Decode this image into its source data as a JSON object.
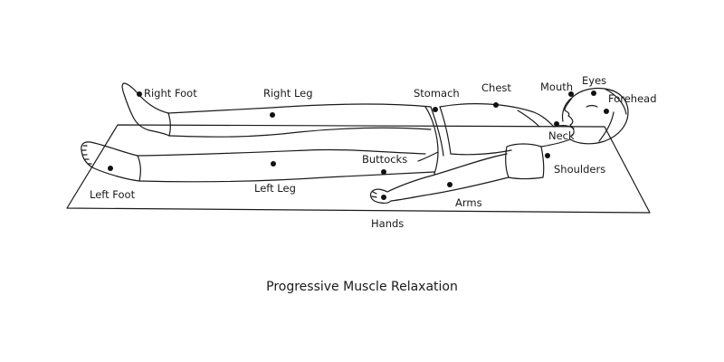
{
  "labels": {
    "right_foot": "Right Foot",
    "right_leg": "Right Leg",
    "stomach": "Stomach",
    "chest": "Chest",
    "mouth": "Mouth",
    "eyes": "Eyes",
    "forehead": "Forehead",
    "neck": "Neck",
    "buttocks": "Buttocks",
    "shoulders": "Shoulders",
    "left_foot": "Left Foot",
    "left_leg": "Left Leg",
    "arms": "Arms",
    "hands": "Hands"
  },
  "caption": "Progressive Muscle Relaxation",
  "colors": {
    "line": "#1a1a1a",
    "marker": "#111111",
    "background": "#ffffff"
  }
}
